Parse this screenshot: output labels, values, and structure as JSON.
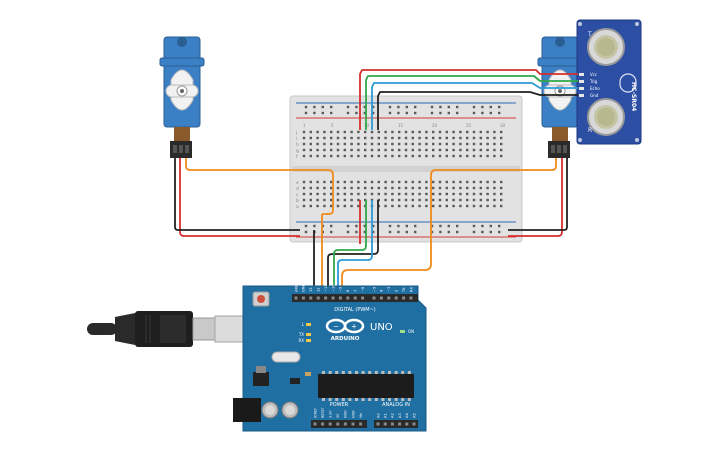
{
  "board": {
    "digital_header_label": "DIGITAL (PWM~)",
    "brand_text": "ARDUINO",
    "model_text": "UNO",
    "power_label": "POWER",
    "analog_label": "ANALOG IN",
    "led_tx": "TX",
    "led_rx": "RX",
    "led_on": "ON",
    "led_l": "L",
    "digital_pins": [
      "AREF",
      "GND",
      "13",
      "12",
      "~11",
      "~10",
      "~9",
      "8",
      "7",
      "~6",
      "~5",
      "4",
      "~3",
      "2",
      "TX 1",
      "RX 0"
    ],
    "power_pins": [
      "IOREF",
      "RESET",
      "3.3V",
      "5V",
      "GND",
      "GND",
      "Vin"
    ],
    "analog_pins": [
      "A0",
      "A1",
      "A2",
      "A3",
      "A4",
      "A5"
    ]
  },
  "sensor": {
    "model_text": "HC-SR04",
    "pins": [
      "Vcc",
      "Trig",
      "Echo",
      "Gnd"
    ],
    "transducer_labels": [
      "T",
      "R"
    ]
  },
  "breadboard": {
    "row_letters_top": [
      "j",
      "i",
      "h",
      "g",
      "f"
    ],
    "row_letters_bottom": [
      "e",
      "d",
      "c",
      "b",
      "a"
    ],
    "column_numbers": [
      "1",
      "5",
      "10",
      "15",
      "20",
      "25",
      "30"
    ]
  },
  "colors": {
    "board_blue": "#1f6fa3",
    "servo_blue": "#3b7fc4",
    "wire_red": "#d62f2f",
    "wire_black": "#222222",
    "wire_orange": "#f08a1c",
    "wire_green": "#2ea84a",
    "wire_blue": "#2b9ad6",
    "breadboard": "#e4e4e4"
  }
}
